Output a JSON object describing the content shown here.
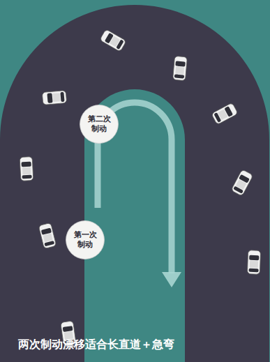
{
  "diagram": {
    "caption": "两次制动漂移适合长直道＋急弯",
    "nodes": [
      {
        "text": [
          "第二次 制动"
        ]
      },
      {
        "text": [
          "第一次 制动"
        ]
      }
    ]
  }
}
